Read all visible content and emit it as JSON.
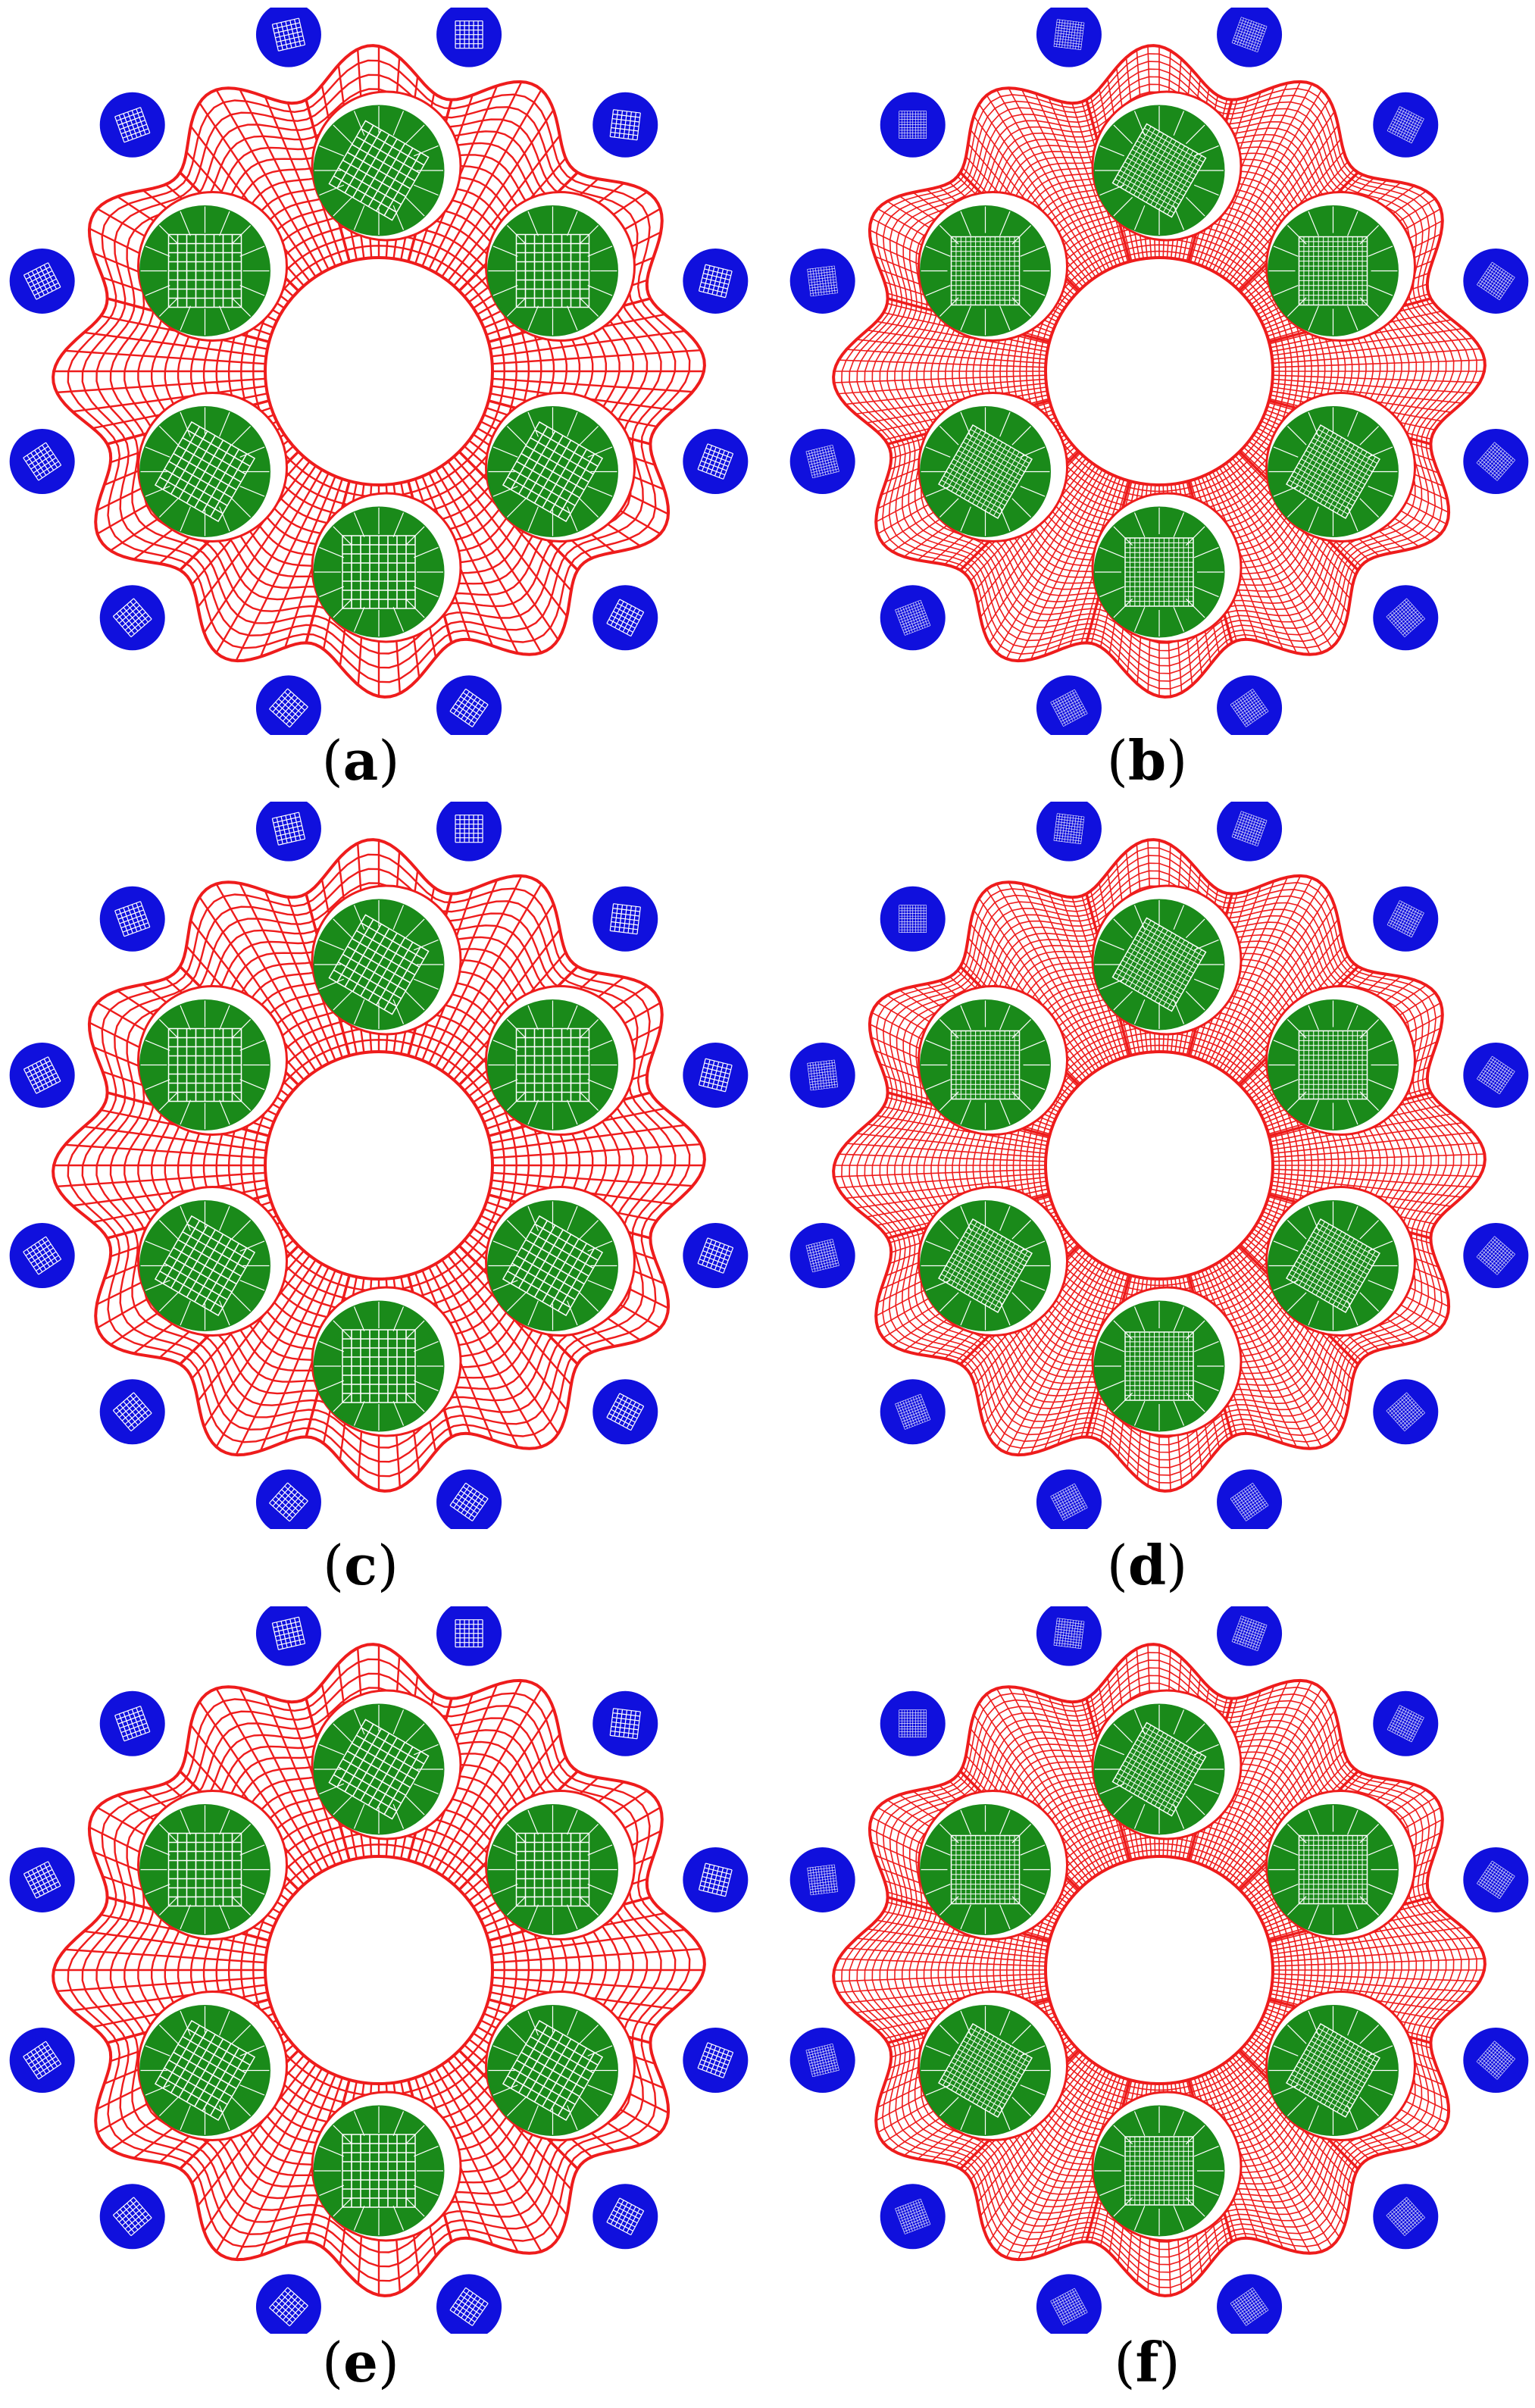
{
  "colors": {
    "outer_mesh": "#ee1c1c",
    "inner_rods": "#1a8a1a",
    "satellite_rods": "#1010dd"
  },
  "panels": [
    {
      "id": "a",
      "label_open": "(",
      "letter": "a",
      "label_close": ")",
      "mesh": "coarse",
      "satellite_rotation": 0
    },
    {
      "id": "b",
      "label_open": "(",
      "letter": "b",
      "label_close": ")",
      "mesh": "fine",
      "satellite_rotation": 20
    },
    {
      "id": "c",
      "label_open": "(",
      "letter": "c",
      "label_close": ")",
      "mesh": "coarse",
      "satellite_rotation": 0
    },
    {
      "id": "d",
      "label_open": "(",
      "letter": "d",
      "label_close": ")",
      "mesh": "fine",
      "satellite_rotation": 20
    },
    {
      "id": "e",
      "label_open": "(",
      "letter": "e",
      "label_close": ")",
      "mesh": "coarse",
      "satellite_rotation": 0
    },
    {
      "id": "f",
      "label_open": "(",
      "letter": "f",
      "label_close": ")",
      "mesh": "fine",
      "satellite_rotation": 20
    }
  ]
}
